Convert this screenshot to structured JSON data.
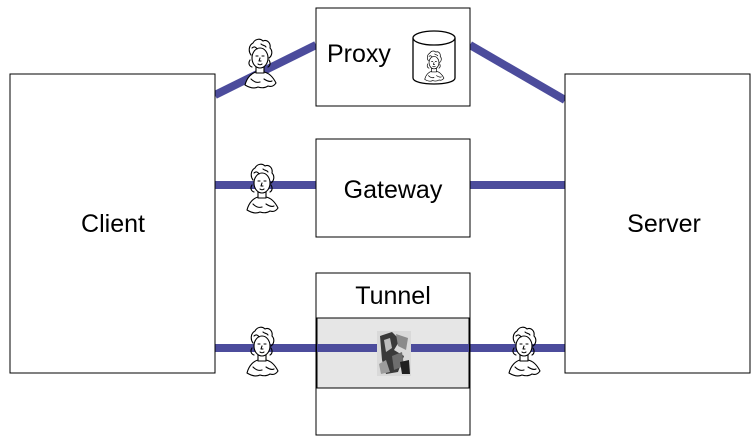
{
  "nodes": {
    "client": "Client",
    "server": "Server",
    "proxy": "Proxy",
    "gateway": "Gateway",
    "tunnel": "Tunnel"
  },
  "colors": {
    "link": "#4c4c9c",
    "tunnel_band": "#e6e6e6"
  },
  "icons": {
    "message": "bust-icon",
    "cache": "cache-cylinder-icon",
    "tunnel_content": "scrambled-bust-icon"
  }
}
